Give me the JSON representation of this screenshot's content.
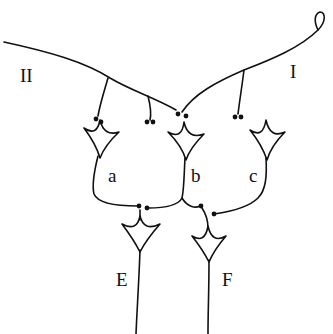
{
  "diagram": {
    "labels": [
      "II",
      "I",
      "a",
      "b",
      "c",
      "E",
      "F"
    ]
  }
}
